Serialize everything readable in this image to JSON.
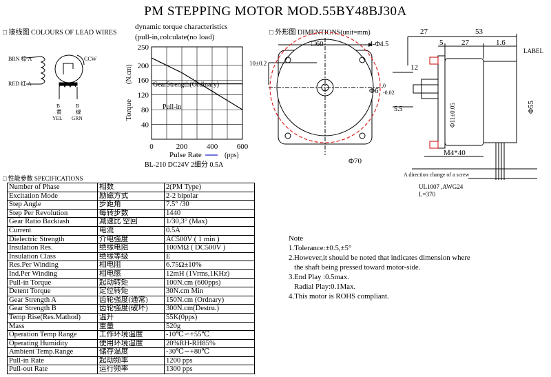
{
  "title": "PM STEPPING MOTOR MOD.55BY48BJ30A",
  "wiring": {
    "heading": "□ 接线图 COLOURS OF LEAD WIRES",
    "brn": "BRN 棕 A",
    "red": "RED 红 A",
    "ccw": "CCW",
    "b_left": "B",
    "b_left_cn": "黄",
    "b_left_en": "YEL",
    "b_right": "B",
    "b_right_cn": "绿",
    "b_right_en": "GRN"
  },
  "chart_data": {
    "type": "line",
    "title": "dynamic torque characteristics",
    "subtitle": "(pull-in,colculate(no load)",
    "xlabel": "Pulse Rate",
    "xunit": "(pps)",
    "ylabel": "Torque",
    "yunit": "(N.cm)",
    "xlim": [
      0,
      600
    ],
    "ylim": [
      0,
      250
    ],
    "xticks": [
      0,
      200,
      400,
      600
    ],
    "yticks": [
      40,
      80,
      120,
      160,
      200,
      250
    ],
    "grid": true,
    "series": [
      {
        "name": "GearStrength(Ordinary)",
        "x": [
          0,
          600
        ],
        "y": [
          150,
          150
        ]
      },
      {
        "name": "Pull-in",
        "x": [
          0,
          100,
          200,
          300,
          400,
          500,
          600
        ],
        "y": [
          220,
          200,
          180,
          155,
          130,
          105,
          80
        ]
      }
    ],
    "footer": "BL-210  DC24V 2细分  0.5A"
  },
  "dims": {
    "heading": "□ 外形图 DIMENTIONS(unit=mm)",
    "d60": "□60",
    "holes": "4-Φ4.5",
    "ten": "10±0.2",
    "phi6": "Φ6",
    "tol0": "0",
    "tol002": "-0.02",
    "phi70": "Φ70",
    "d27a": "27",
    "d53": "53",
    "d5": "5",
    "d27b": "27",
    "d16": "1.6",
    "label": "LABEL",
    "d12": "12",
    "d55s": "5.5",
    "phi11": "Φ11±0.05",
    "phi55": "Φ55",
    "m4": "M4*40",
    "screw": "A direction change of a screw",
    "wire1": "UL1007 ,AWG24",
    "wire2": "L=370"
  },
  "spec": {
    "heading": "□ 性能参数 SPECIFICATIONS",
    "rows": [
      [
        "Number of Phase",
        "相数",
        "2(PM Type)"
      ],
      [
        "Excitation Mode",
        "励磁方式",
        "2-2  bipolar"
      ],
      [
        "Step Angle",
        "步距角",
        "7.5° /30"
      ],
      [
        "Step Per Revolution",
        "每转步数",
        "1440"
      ],
      [
        "Gear Ratio Backiash",
        "减速比 空回",
        "1/30,3° (Max)"
      ],
      [
        "Current",
        "电流",
        "0.5A"
      ],
      [
        "Dielectric Strength",
        "介电强度",
        "AC500V ( 1 min )"
      ],
      [
        "Insulation Res.",
        "绝缘电阻",
        "100MΩ ( DC500V )"
      ],
      [
        "Insulation Class",
        "绝缘等级",
        "E"
      ],
      [
        "Res.Per Winding",
        "相电阻",
        "6.75Ω±10%"
      ],
      [
        "Ind.Per Winding",
        "相电感",
        "12mH (1Vrms,1KHz)"
      ],
      [
        "Pull-in Torque",
        "起动转矩",
        "100N.cm (600pps)"
      ],
      [
        "Detent Torque",
        "定位转矩",
        "30N.cm Min"
      ],
      [
        "Gear Strength A",
        "齿轮强度(通常)",
        "150N.cm (Ordnary)"
      ],
      [
        "Gear Strength B",
        "齿轮强度(破坏)",
        "300N.cm(Destru.)"
      ],
      [
        "Temp Rise(Res.Mathod)",
        "温升",
        "55K(0pps)"
      ],
      [
        "Mass",
        "重量",
        "520g"
      ],
      [
        "Operation Temp Range",
        "工作环境温度",
        "-10℃∽+55℃"
      ],
      [
        "Operating Humidity",
        "使用环境湿度",
        "20%RH-RH85%"
      ],
      [
        "Ambient Temp.Range",
        "储存温度",
        "-30℃∽+80℃"
      ],
      [
        "Pull-in Rate",
        "起动频率",
        "1200 pps"
      ],
      [
        "Pull-out Rate",
        "运行频率",
        "1300 pps"
      ]
    ]
  },
  "notes": {
    "title": "Note",
    "lines": [
      "1.Tolerance:±0.5,±5°",
      "2.However,it should be noted that indicates dimension where",
      "   the shaft being pressed toward motor-side.",
      "3.End Play :0.5max.",
      "   Radial Play:0.1Max.",
      "4.This motor is ROHS compliant."
    ]
  }
}
